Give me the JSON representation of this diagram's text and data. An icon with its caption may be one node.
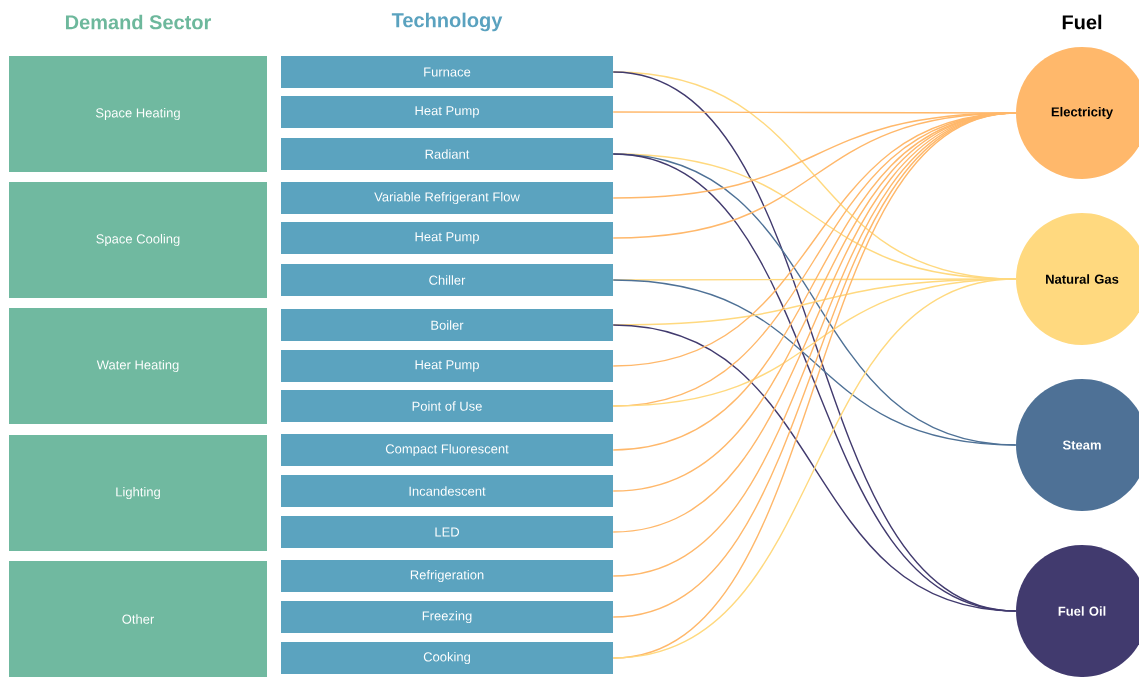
{
  "diagram": {
    "nodes": [
      {
        "text": [
          "Space Heating"
        ]
      },
      {
        "text": [
          "Space Cooling"
        ]
      },
      {
        "text": [
          "Water Heating"
        ]
      },
      {
        "text": [
          "Lighting"
        ]
      },
      {
        "text": [
          "Other"
        ]
      },
      {
        "text": [
          "Furnace"
        ]
      },
      {
        "text": [
          "Heat Pump"
        ]
      },
      {
        "text": [
          "Radiant"
        ]
      },
      {
        "text": [
          "Variable Refrigerant Flow"
        ]
      },
      {
        "text": [
          "Heat Pump"
        ]
      },
      {
        "text": [
          "Chiller"
        ]
      },
      {
        "text": [
          "Boiler"
        ]
      },
      {
        "text": [
          "Heat Pump"
        ]
      },
      {
        "text": [
          "Point of Use"
        ]
      },
      {
        "text": [
          "Compact Fluorescent"
        ]
      },
      {
        "text": [
          "Incandescent"
        ]
      },
      {
        "text": [
          "LED"
        ]
      },
      {
        "text": [
          "Refrigeration"
        ]
      },
      {
        "text": [
          "Freezing"
        ]
      },
      {
        "text": [
          "Cooking"
        ]
      },
      {
        "text": [
          "Electricity"
        ]
      },
      {
        "text": [
          "Natural Gas"
        ]
      },
      {
        "text": [
          "Steam"
        ]
      },
      {
        "text": [
          "Fuel Oil"
        ]
      }
    ],
    "edges": [
      {
        "from": 5,
        "to": 21,
        "arrow": "none",
        "color": "#ffd97f"
      },
      {
        "from": 5,
        "to": 23,
        "arrow": "none",
        "color": "#413a6e"
      },
      {
        "from": 6,
        "to": 20,
        "arrow": "none"
      },
      {
        "from": 7,
        "to": 21,
        "arrow": "none",
        "color": "#ffd97f"
      },
      {
        "from": 7,
        "to": 22,
        "arrow": "none",
        "color": "#4e7196"
      },
      {
        "from": 7,
        "to": 23,
        "arrow": "none",
        "color": "#413a6e"
      },
      {
        "from": 8,
        "to": 20,
        "arrow": "none"
      },
      {
        "from": 9,
        "to": 20,
        "arrow": "none"
      },
      {
        "from": 10,
        "to": 21,
        "arrow": "none",
        "color": "#ffd97f"
      },
      {
        "from": 10,
        "to": 22,
        "arrow": "none",
        "color": "#4e7196"
      },
      {
        "from": 11,
        "to": 21,
        "arrow": "none",
        "color": "#ffd97f"
      },
      {
        "from": 11,
        "to": 23,
        "arrow": "none",
        "color": "#413a6e"
      },
      {
        "from": 12,
        "to": 20,
        "arrow": "none"
      },
      {
        "from": 13,
        "to": 20,
        "arrow": "none"
      },
      {
        "from": 13,
        "to": 21,
        "arrow": "none",
        "color": "#ffd97f"
      },
      {
        "from": 14,
        "to": 20,
        "arrow": "none"
      },
      {
        "from": 15,
        "to": 20,
        "arrow": "none"
      },
      {
        "from": 16,
        "to": 20,
        "arrow": "none"
      },
      {
        "from": 17,
        "to": 20,
        "arrow": "none"
      },
      {
        "from": 18,
        "to": 20,
        "arrow": "none"
      },
      {
        "from": 19,
        "to": 20,
        "arrow": "none"
      },
      {
        "from": 19,
        "to": 21,
        "arrow": "none",
        "color": "#ffd97f"
      }
    ],
    "labels": [
      "Demand Sector",
      "Technology",
      "Fuel"
    ]
  }
}
